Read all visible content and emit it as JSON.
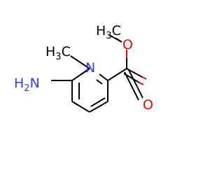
{
  "molecule": {
    "atoms": {
      "nitrogen_ring": {
        "symbol": "N"
      },
      "methyl_on_ring": {
        "symbol": "H",
        "subscript": "3",
        "suffix": "C"
      },
      "amino_group": {
        "symbol": "H",
        "subscript": "2",
        "suffix": "N"
      },
      "ester_methyl": {
        "symbol": "H",
        "subscript": "3",
        "suffix": "C"
      },
      "ester_o_single": {
        "symbol": "O"
      },
      "ester_o_double": {
        "symbol": "O"
      }
    },
    "colors": {
      "carbon_bond": "#000000",
      "oxygen": "#ff0000",
      "nitrogen": "#2f3bff"
    }
  }
}
